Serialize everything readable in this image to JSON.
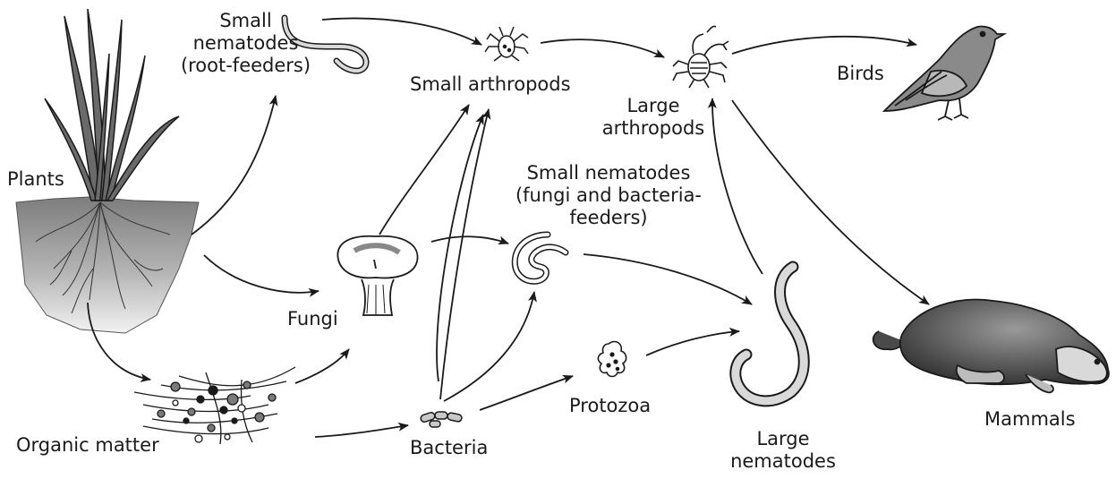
{
  "diagram": {
    "nodes": {
      "plants": {
        "label": "Plants",
        "icon": "plant-icon"
      },
      "organic_matter": {
        "label": "Organic matter",
        "icon": "organic-matter-icon"
      },
      "root_nematodes": {
        "lines": [
          "Small",
          "nematodes",
          "(root-feeders)"
        ],
        "icon": "small-nematode-icon"
      },
      "fungi": {
        "label": "Fungi",
        "icon": "fungi-icon"
      },
      "bacteria": {
        "label": "Bacteria",
        "icon": "bacteria-icon"
      },
      "small_arthropods": {
        "label": "Small arthropods",
        "icon": "small-arthropod-icon"
      },
      "fb_nematodes": {
        "lines": [
          "Small nematodes",
          "(fungi and bacteria-",
          "feeders)"
        ],
        "icon": "fungi-bacteria-nematode-icon"
      },
      "protozoa": {
        "label": "Protozoa",
        "icon": "protozoa-icon"
      },
      "large_arthropods": {
        "lines": [
          "Large",
          "arthropods"
        ],
        "icon": "large-arthropod-icon"
      },
      "large_nematodes": {
        "lines": [
          "Large",
          "nematodes"
        ],
        "icon": "large-nematode-icon"
      },
      "birds": {
        "label": "Birds",
        "icon": "bird-icon"
      },
      "mammals": {
        "label": "Mammals",
        "icon": "mole-icon"
      }
    },
    "edges": [
      {
        "from": "Plants",
        "to": "Small nematodes (root-feeders)"
      },
      {
        "from": "Plants",
        "to": "Fungi"
      },
      {
        "from": "Plants",
        "to": "Organic matter"
      },
      {
        "from": "Organic matter",
        "to": "Fungi"
      },
      {
        "from": "Organic matter",
        "to": "Bacteria"
      },
      {
        "from": "Small nematodes (root-feeders)",
        "to": "Small arthropods"
      },
      {
        "from": "Fungi",
        "to": "Small arthropods"
      },
      {
        "from": "Fungi",
        "to": "Small nematodes (fungi and bacteria-feeders)"
      },
      {
        "from": "Bacteria",
        "to": "Small arthropods"
      },
      {
        "from": "Bacteria",
        "to": "Small nematodes (fungi and bacteria-feeders)"
      },
      {
        "from": "Bacteria",
        "to": "Protozoa"
      },
      {
        "from": "Small arthropods",
        "to": "Large arthropods"
      },
      {
        "from": "Small nematodes (fungi and bacteria-feeders)",
        "to": "Large nematodes"
      },
      {
        "from": "Protozoa",
        "to": "Large nematodes"
      },
      {
        "from": "Large nematodes",
        "to": "Large arthropods"
      },
      {
        "from": "Large arthropods",
        "to": "Birds"
      },
      {
        "from": "Large arthropods",
        "to": "Mammals"
      }
    ],
    "colors": {
      "line": "#1a1a1a",
      "soil_dark": "#8d8d8d",
      "soil_light": "#e9e9e9",
      "nematode_fill": "#d9d9d9",
      "mole_body": "#5f5f5f",
      "bird_body": "#8a8a8a"
    }
  }
}
